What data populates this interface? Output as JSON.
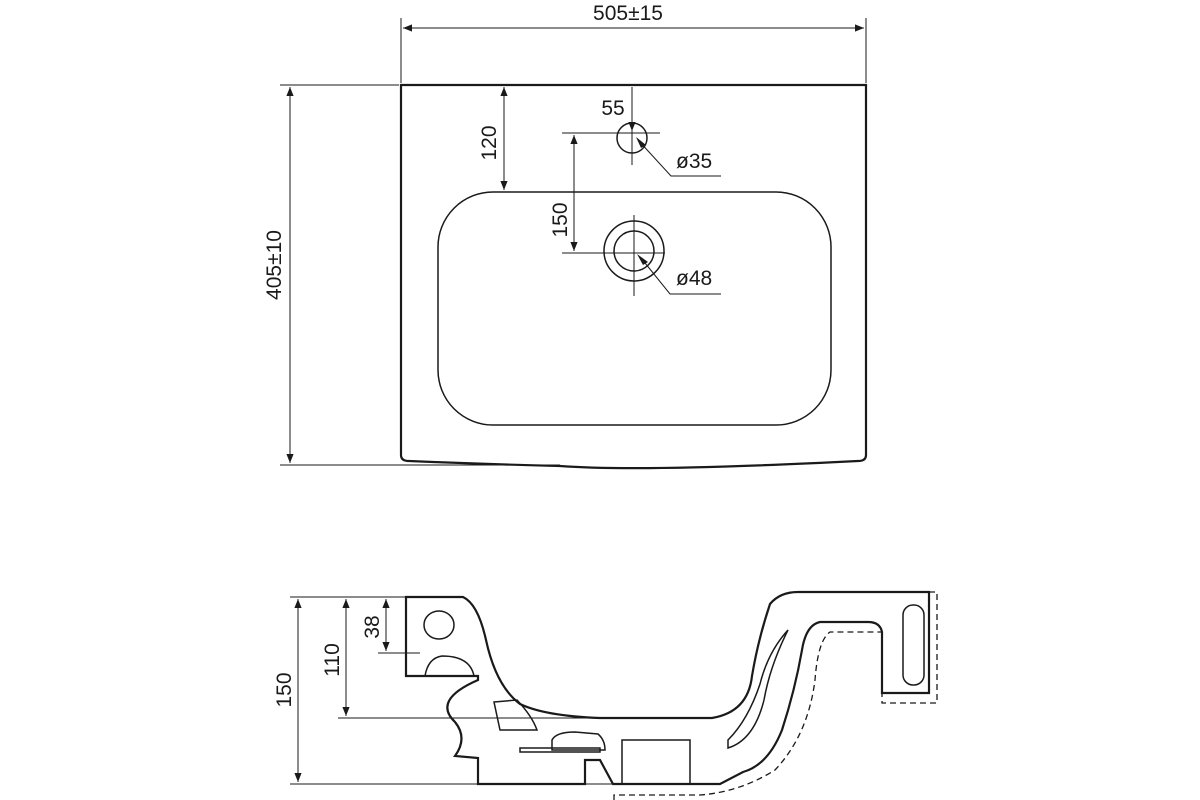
{
  "dimensions": {
    "width": "505±15",
    "depth": "405±10",
    "faucet_offset": "55",
    "faucet_diameter": "ø35",
    "bowl_offset": "120",
    "drain_offset": "150",
    "drain_diameter": "ø48",
    "section_height": "150",
    "bowl_depth": "110",
    "rim_height": "38"
  }
}
